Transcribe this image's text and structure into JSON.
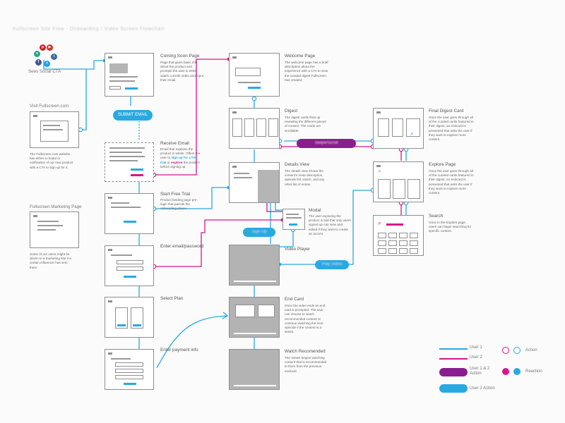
{
  "page_title": "Fullscreen Site Flow - Onboarding / Video Screen Flowchart",
  "colors": {
    "user1": "#29a9e0",
    "user2": "#d6168b",
    "both": "#8a1e8e",
    "frame": "#8f8f8f"
  },
  "social": {
    "label": "Sees Social CTA",
    "icons": [
      "vine-icon",
      "pinterest-icon",
      "youtube-icon",
      "facebook-icon",
      "twitter-icon",
      "instagram-icon"
    ]
  },
  "left_sources": {
    "visit": {
      "title": "Visit Fullscreen.com",
      "desc": "The Fullscreen.com website has either a modal or notification of our new product with a CTA to sign up for it."
    },
    "marketing": {
      "title": "Fullscreen Marketing Page",
      "desc": "Some of our users might be driven to a marketing site if a certain influencer has sent them."
    }
  },
  "col2": {
    "coming_soon": {
      "title": "Coming Soon Page",
      "desc": "Page that gives basic info about the product and prompts the user to either watch a sizzle video and input their email."
    },
    "submit_email": "SUBMIT EMAIL",
    "receive_email": {
      "title": "Receive Email",
      "desc_pre": "Email that explains the product in whole. Offers the user to ",
      "link1": "sign up for a free trial",
      "mid": " or ",
      "link2": "explore",
      "desc_post": " the product before signing up."
    },
    "free_trial": {
      "title": "Start Free Trial",
      "desc": "Product landing page pre-login that parrots the onboarding phase."
    },
    "enter_email": {
      "title": "Enter email/password"
    },
    "select_plan": {
      "title": "Select Plan"
    },
    "payment": {
      "title": "Enter payment info"
    }
  },
  "col3": {
    "welcome": {
      "title": "Welcome Page",
      "desc": "The welcome page has a brief description about the experience with a CTA to view the curated digest Fullscreen has created."
    },
    "digest": {
      "title": "Digest",
      "desc": "The digest cards float up revealing the different pieces of content. The cards are scrollable."
    },
    "details": {
      "title": "Details View",
      "desc": "The details view shows the content's meta description, episode list, watch, and any other list of extras."
    },
    "modal": {
      "title": "Modal",
      "desc": "The user exploring the product is told that only users signed up can view and asked if they want to create an accont."
    },
    "video": {
      "title": "Video Player"
    },
    "end_card": {
      "title": "End Card",
      "desc": "Once the video ends an end card is prompted. The user can choose to watch recommended content or continue watching the next episode if the content is a series."
    },
    "watch_rec": {
      "title": "Watch Recomended",
      "desc": "The viewer begins watching content that is recommended to them from the previous endcard."
    }
  },
  "col4": {
    "final_digest": {
      "title": "Final Digest Card",
      "desc": "Once the user goes through all of the curated cards featured in their digest, an endcard is presented that asks the user if they want to explore more content."
    },
    "explore": {
      "title": "Explore Page",
      "desc": "Once the user goes through all of the curated cards featured in their digest, an endcard is presented that asks the user if they want to explore more content."
    },
    "search": {
      "title": "Search",
      "desc": "Once in the Explore page, users can begin searching for specific content."
    }
  },
  "pills": {
    "purple_mid": "Swipe/Scroll",
    "blue_modal": "Sign Up",
    "blue_player": "Play Video"
  },
  "legend": {
    "user1": "User 1",
    "user2": "User 2",
    "both_action": "User 1 & 2 Action",
    "user1_action": "User 1 Action",
    "action": "Action",
    "reaction": "Reaction"
  }
}
